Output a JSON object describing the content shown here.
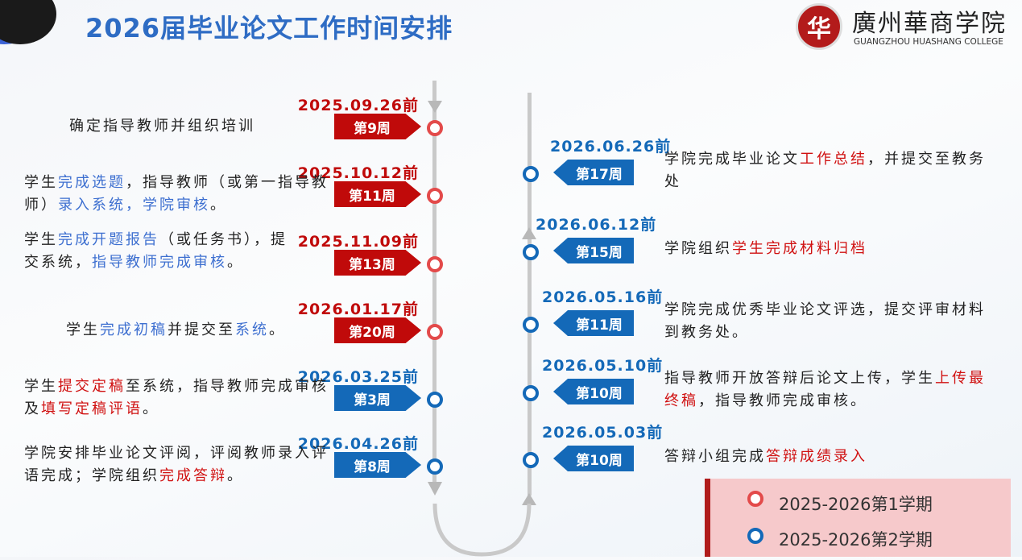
{
  "header": {
    "title": "2026届毕业论文工作时间安排",
    "logo_mark": "华",
    "logo_cn": "廣州華商学院",
    "logo_en": "GUANGZHOU HUASHANG COLLEGE"
  },
  "colors": {
    "red": "#c00a0a",
    "blue": "#1469b8",
    "text_blue": "#3d6fd0",
    "text_red": "#d01010"
  },
  "semester1": [
    {
      "date": "2025.09.26前",
      "week": "第9周",
      "desc": [
        {
          "t": "确定指导教师并组织培训",
          "c": ""
        }
      ]
    },
    {
      "date": "2025.10.12前",
      "week": "第11周",
      "desc": [
        {
          "t": "学生",
          "c": ""
        },
        {
          "t": "完成选题",
          "c": "blue"
        },
        {
          "t": "，指导教师（或第一指导教师）",
          "c": ""
        },
        {
          "t": "录入系统，学院审核",
          "c": "blue"
        },
        {
          "t": "。",
          "c": ""
        }
      ]
    },
    {
      "date": "2025.11.09前",
      "week": "第13周",
      "desc": [
        {
          "t": "学生",
          "c": ""
        },
        {
          "t": "完成开题报告",
          "c": "blue"
        },
        {
          "t": "（或任务书），提交系统，",
          "c": ""
        },
        {
          "t": "指导教师完成审核",
          "c": "blue"
        },
        {
          "t": "。",
          "c": ""
        }
      ]
    },
    {
      "date": "2026.01.17前",
      "week": "第20周",
      "desc": [
        {
          "t": "学生",
          "c": ""
        },
        {
          "t": "完成初稿",
          "c": "blue"
        },
        {
          "t": "并提交至",
          "c": ""
        },
        {
          "t": "系统",
          "c": "blue"
        },
        {
          "t": "。",
          "c": ""
        }
      ]
    }
  ],
  "semester2_left": [
    {
      "date": "2026.03.25前",
      "week": "第3周",
      "desc": [
        {
          "t": "学生",
          "c": ""
        },
        {
          "t": "提交定稿",
          "c": "red"
        },
        {
          "t": "至系统，指导教师完成审核及",
          "c": ""
        },
        {
          "t": "填写定稿评语",
          "c": "red"
        },
        {
          "t": "。",
          "c": ""
        }
      ]
    },
    {
      "date": "2026.04.26前",
      "week": "第8周",
      "desc": [
        {
          "t": "学院安排毕业论文评阅，评阅教师录入评语完成；学院组织",
          "c": ""
        },
        {
          "t": "完成答辩",
          "c": "red"
        },
        {
          "t": "。",
          "c": ""
        }
      ]
    }
  ],
  "semester2_right": [
    {
      "date": "2026.06.26前",
      "week": "第17周",
      "desc": [
        {
          "t": "学院完成毕业论文",
          "c": ""
        },
        {
          "t": "工作总结",
          "c": "red"
        },
        {
          "t": "，并提交至教务处",
          "c": ""
        }
      ]
    },
    {
      "date": "2026.06.12前",
      "week": "第15周",
      "desc": [
        {
          "t": "学院组织",
          "c": ""
        },
        {
          "t": "学生完成材料归档",
          "c": "red"
        }
      ]
    },
    {
      "date": "2026.05.16前",
      "week": "第11周",
      "desc": [
        {
          "t": "学院完成优秀毕业论文评选，提交评审材料到教务处。",
          "c": ""
        }
      ]
    },
    {
      "date": "2026.05.10前",
      "week": "第10周",
      "desc": [
        {
          "t": "指导教师开放答辩后论文上传，学生",
          "c": ""
        },
        {
          "t": "上传最终稿",
          "c": "red"
        },
        {
          "t": "，指导教师完成审核。",
          "c": ""
        }
      ]
    },
    {
      "date": "2026.05.03前",
      "week": "第10周",
      "desc": [
        {
          "t": "答辩小组完成",
          "c": ""
        },
        {
          "t": "答辩成绩录入",
          "c": "red"
        }
      ]
    }
  ],
  "legend": [
    {
      "label": "2025-2026第1学期",
      "color": "red"
    },
    {
      "label": "2025-2026第2学期",
      "color": "blue"
    }
  ]
}
